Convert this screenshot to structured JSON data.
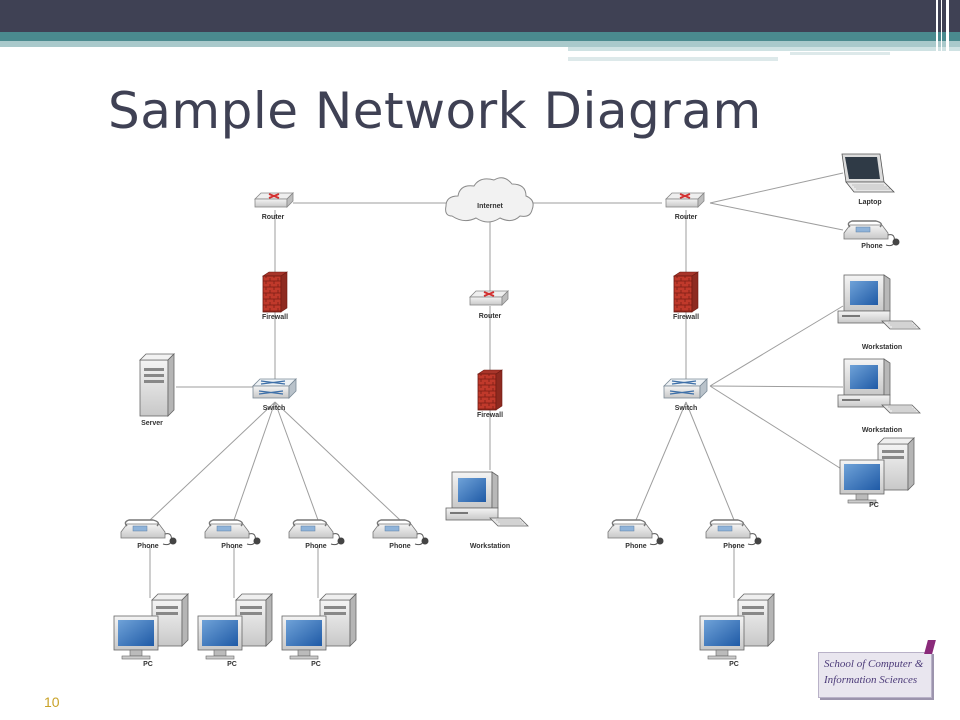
{
  "slide": {
    "title": "Sample Network Diagram",
    "page_number": "10"
  },
  "logo": {
    "line1": "School of Computer &",
    "line2": "Information Sciences"
  },
  "nodes": {
    "internet": "Internet",
    "router_left": "Router",
    "router_center": "Router",
    "router_right": "Router",
    "firewall_left": "Firewall",
    "firewall_center": "Firewall",
    "firewall_right": "Firewall",
    "switch_left": "Switch",
    "switch_right": "Switch",
    "server": "Server",
    "workstation_center": "Workstation",
    "laptop": "Laptop",
    "phone_right_top": "Phone",
    "workstation_right_1": "Workstation",
    "workstation_right_2": "Workstation",
    "pc_right_side": "PC",
    "phone_l1": "Phone",
    "phone_l2": "Phone",
    "phone_l3": "Phone",
    "phone_l4": "Phone",
    "phone_r1": "Phone",
    "phone_r2": "Phone",
    "pc_l1": "PC",
    "pc_l2": "PC",
    "pc_l3": "PC",
    "pc_r1": "PC"
  },
  "colors": {
    "header_dark": "#3f4154",
    "header_teal": "#4a8a8e",
    "title_text": "#3f4154",
    "firewall_red": "#c0392b",
    "page_number": "#c9a227"
  }
}
